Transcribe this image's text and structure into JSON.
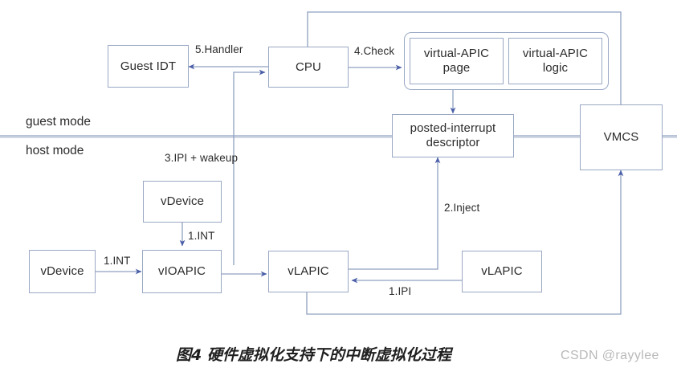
{
  "figure": {
    "caption": "图4 硬件虚拟化支持下的中断虚拟化过程",
    "watermark": "CSDN @rayylee",
    "background_color": "#ffffff",
    "line_color": "#8fa0c0",
    "box_border_color": "#9aa8c4",
    "text_color": "#2b2b2b"
  },
  "mode_bands": {
    "guest_label": "guest mode",
    "host_label": "host mode"
  },
  "nodes": [
    {
      "id": "guest-idt",
      "label": "Guest IDT"
    },
    {
      "id": "cpu",
      "label": "CPU"
    },
    {
      "id": "virtual-apic-page",
      "label": "virtual-APIC\npage"
    },
    {
      "id": "virtual-apic-logic",
      "label": "virtual-APIC\nlogic"
    },
    {
      "id": "posted-interrupt-descriptor",
      "label": "posted-interrupt\ndescriptor"
    },
    {
      "id": "vmcs",
      "label": "VMCS"
    },
    {
      "id": "vdevice-top",
      "label": "vDevice"
    },
    {
      "id": "vdevice-left",
      "label": "vDevice"
    },
    {
      "id": "vioapic",
      "label": "vIOAPIC"
    },
    {
      "id": "vlapic-left",
      "label": "vLAPIC"
    },
    {
      "id": "vlapic-right",
      "label": "vLAPIC"
    }
  ],
  "node_labels": {
    "guest_idt": "Guest IDT",
    "cpu": "CPU",
    "virtual_apic_page_line1": "virtual-APIC",
    "virtual_apic_page_line2": "page",
    "virtual_apic_logic_line1": "virtual-APIC",
    "virtual_apic_logic_line2": "logic",
    "posted_interrupt_line1": "posted-interrupt",
    "posted_interrupt_line2": "descriptor",
    "vmcs": "VMCS",
    "vdevice_top": "vDevice",
    "vdevice_left": "vDevice",
    "vioapic": "vIOAPIC",
    "vlapic_left": "vLAPIC",
    "vlapic_right": "vLAPIC"
  },
  "edge_labels": {
    "handler": "5.Handler",
    "check": "4.Check",
    "ipi_wakeup": "3.IPI + wakeup",
    "inject": "2.Inject",
    "int_from_vdevice_top": "1.INT",
    "int_from_vdevice_left": "1.INT",
    "ipi": "1.IPI"
  },
  "edges": [
    {
      "from": "cpu",
      "to": "guest-idt",
      "label": "5.Handler"
    },
    {
      "from": "cpu",
      "to": "virtual-apic-page",
      "label": "4.Check"
    },
    {
      "from": "vlapic-left",
      "to": "cpu",
      "label": "3.IPI + wakeup"
    },
    {
      "from": "vlapic-left",
      "to": "posted-interrupt-descriptor",
      "label": "2.Inject"
    },
    {
      "from": "vdevice-top",
      "to": "vioapic",
      "label": "1.INT"
    },
    {
      "from": "vdevice-left",
      "to": "vioapic",
      "label": "1.INT"
    },
    {
      "from": "vioapic",
      "to": "vlapic-left",
      "label": ""
    },
    {
      "from": "vlapic-right",
      "to": "vlapic-left",
      "label": "1.IPI"
    },
    {
      "from": "virtual-apic-page",
      "to": "posted-interrupt-descriptor",
      "label": ""
    },
    {
      "from": "vmcs",
      "to": "cpu",
      "label": ""
    },
    {
      "from": "vlapic-left",
      "to": "vmcs",
      "label": ""
    },
    {
      "from": "posted-interrupt-descriptor",
      "to": "vmcs",
      "label": ""
    }
  ]
}
